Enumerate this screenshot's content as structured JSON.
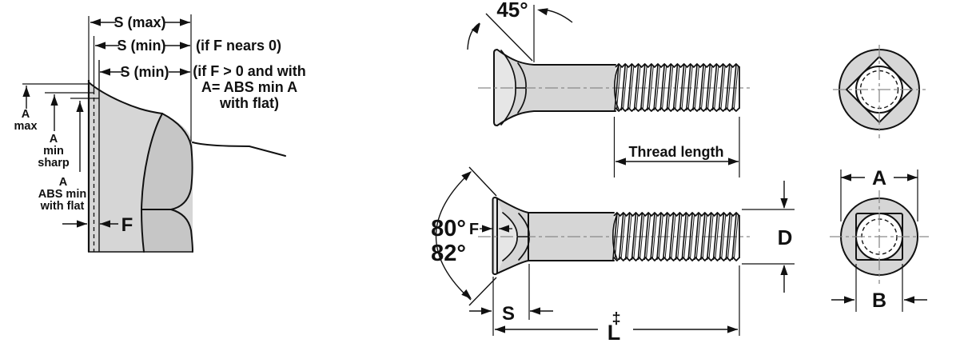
{
  "colors": {
    "line": "#111111",
    "fill_light": "#d6d6d6",
    "fill_lighter": "#e6e6e6",
    "fill_mid": "#c6c6c6",
    "fill_white": "#ffffff",
    "centerline": "#8a8a8a",
    "background": "#ffffff"
  },
  "head_detail": {
    "s_max": "S (max)",
    "s_min": "S (min)",
    "condition_s_min_1": "(if F nears 0)",
    "condition_s_min_2": [
      "(if F > 0 and with",
      "A= ABS min A",
      "with flat)"
    ],
    "a_max": [
      "A",
      "max"
    ],
    "a_min_sharp": [
      "A",
      "min",
      "sharp"
    ],
    "a_abs_min": [
      "A",
      "ABS min",
      "with flat"
    ],
    "f": "F"
  },
  "side_view_top": {
    "angle": "45°",
    "thread_length": "Thread length"
  },
  "side_view_bottom": {
    "angle_1": "80°",
    "angle_2": "82°",
    "f": "F",
    "s": "S",
    "l": "L",
    "l_note": "‡",
    "d": "D"
  },
  "end_view_bottom": {
    "a": "A",
    "b": "B"
  }
}
